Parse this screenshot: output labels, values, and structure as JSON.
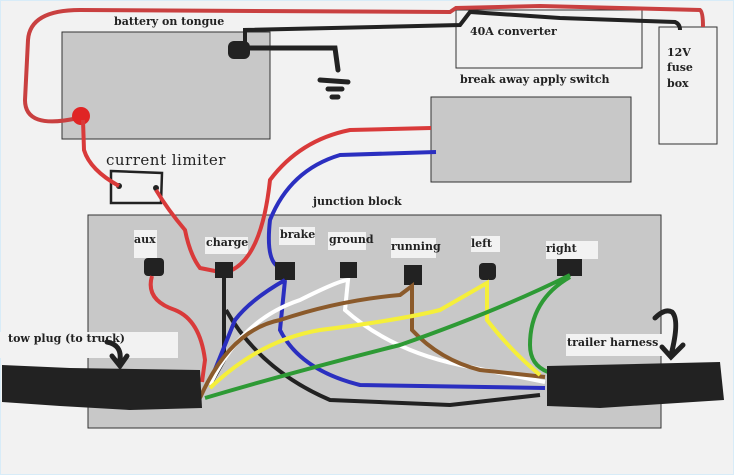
{
  "diagram": {
    "type": "trailer wiring diagram (hand-drawn)",
    "components": {
      "battery": {
        "label": "battery on tongue"
      },
      "converter": {
        "label": "40A converter"
      },
      "fuse_box": {
        "label_lines": [
          "12V",
          "fuse",
          "box"
        ]
      },
      "breakaway_switch": {
        "label": "break away apply switch"
      },
      "current_limiter": {
        "label": "current limiter"
      },
      "junction_block": {
        "label": "junction block"
      },
      "tow_plug": {
        "label": "tow plug (to truck)"
      },
      "trailer_harness": {
        "label": "trailer harness"
      }
    },
    "terminals": [
      {
        "id": "aux",
        "label": "aux"
      },
      {
        "id": "charge",
        "label": "charge"
      },
      {
        "id": "brake",
        "label": "brake"
      },
      {
        "id": "ground",
        "label": "ground"
      },
      {
        "id": "running",
        "label": "running"
      },
      {
        "id": "left",
        "label": "left"
      },
      {
        "id": "right",
        "label": "right"
      }
    ],
    "wire_colors": {
      "red": "#d93a3a",
      "black": "#222222",
      "blue": "#2b2fc0",
      "white": "#ffffff",
      "brown": "#8b5a2b",
      "yellow": "#f5ef3a",
      "green": "#2e9a35"
    },
    "connections": [
      {
        "from": "battery +",
        "to": "fuse box",
        "color": "red"
      },
      {
        "from": "battery +",
        "to": "current limiter",
        "color": "red"
      },
      {
        "from": "current limiter",
        "to": "charge",
        "color": "red"
      },
      {
        "from": "charge",
        "to": "break away apply switch",
        "color": "red"
      },
      {
        "from": "brake",
        "to": "break away apply switch",
        "color": "blue"
      },
      {
        "from": "battery -",
        "to": "fuse box / converter",
        "color": "black"
      },
      {
        "from": "battery -",
        "to": "chassis ground",
        "color": "black"
      },
      {
        "from": "aux",
        "to": "tow plug",
        "color": "red"
      },
      {
        "from": "charge",
        "to": "tow plug / trailer harness",
        "color": "black"
      },
      {
        "from": "brake",
        "to": "tow plug / trailer harness",
        "color": "blue"
      },
      {
        "from": "ground",
        "to": "tow plug / trailer harness",
        "color": "white"
      },
      {
        "from": "running",
        "to": "tow plug / trailer harness",
        "color": "brown"
      },
      {
        "from": "left",
        "to": "tow plug / trailer harness",
        "color": "yellow"
      },
      {
        "from": "right",
        "to": "tow plug / trailer harness",
        "color": "green"
      }
    ]
  }
}
